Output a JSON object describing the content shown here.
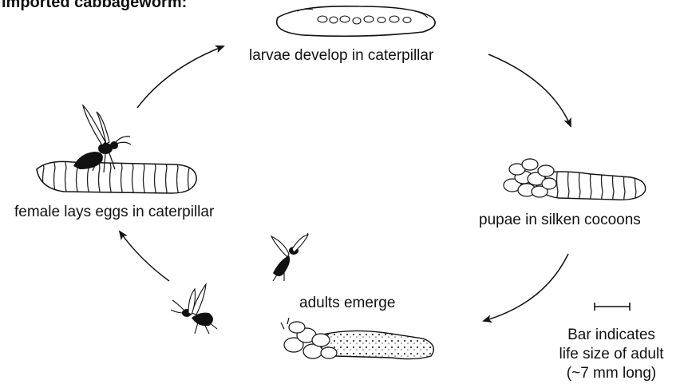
{
  "diagram": {
    "title": "Imported cabbageworm:",
    "stages": {
      "larvae": "larvae develop in caterpillar",
      "pupae": "pupae in silken cocoons",
      "adults": "adults emerge",
      "eggs": "female lays eggs in caterpillar"
    },
    "scale_note": {
      "line1": "Bar indicates",
      "line2": "life size of adult",
      "line3": "(~7 mm long)"
    }
  }
}
